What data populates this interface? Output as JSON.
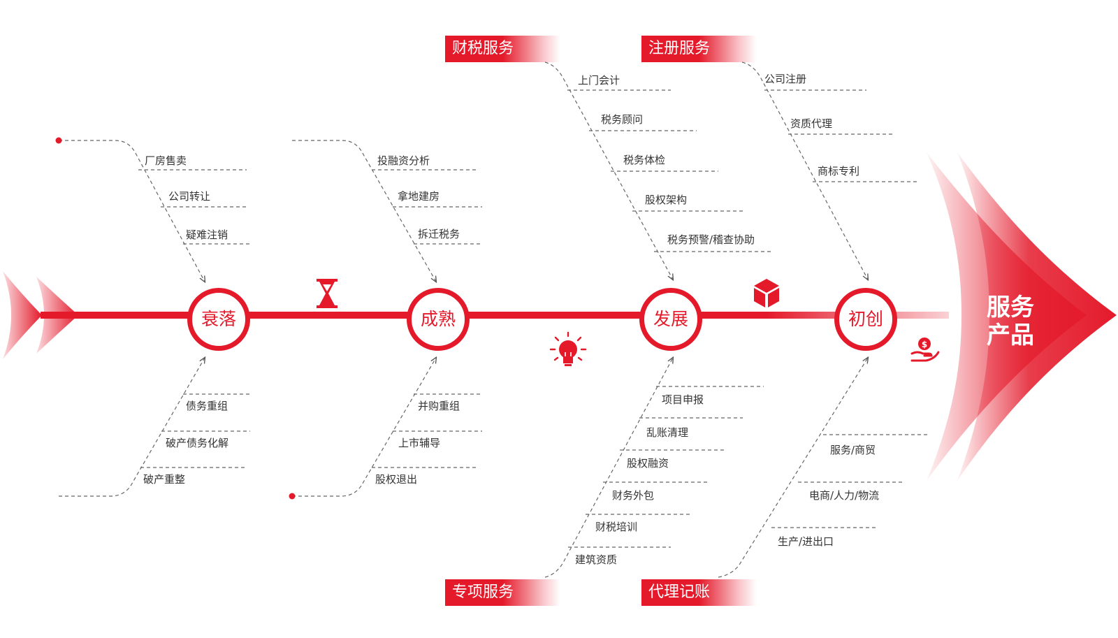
{
  "categories": {
    "tax": "财税服务",
    "register": "注册服务",
    "special": "专项服务",
    "bookkeeping": "代理记账"
  },
  "stages": {
    "decline": "衰落",
    "mature": "成熟",
    "develop": "发展",
    "startup": "初创"
  },
  "head": {
    "line1": "服务",
    "line2": "产品"
  },
  "items": {
    "decline_top": [
      "厂房售卖",
      "公司转让",
      "疑难注销"
    ],
    "decline_bottom": [
      "债务重组",
      "破产债务化解",
      "破产重整"
    ],
    "mature_top": [
      "投融资分析",
      "拿地建房",
      "拆迁税务"
    ],
    "mature_bottom": [
      "并购重组",
      "上市辅导",
      "股权退出"
    ],
    "tax": [
      "上门会计",
      "税务顾问",
      "税务体检",
      "股权架构",
      "税务预警/稽查协助"
    ],
    "register": [
      "公司注册",
      "资质代理",
      "商标专利"
    ],
    "special": [
      "项目申报",
      "乱账清理",
      "股权融资",
      "财务外包",
      "财税培训",
      "建筑资质"
    ],
    "bookkeeping": [
      "服务/商贸",
      "电商/人力/物流",
      "生产/进出口"
    ]
  },
  "icons": [
    "hourglass-icon",
    "lightbulb-icon",
    "cube-icon",
    "money-hand-icon"
  ],
  "colors": {
    "accent": "#e41a2b",
    "text": "#333333",
    "line": "#666666"
  }
}
